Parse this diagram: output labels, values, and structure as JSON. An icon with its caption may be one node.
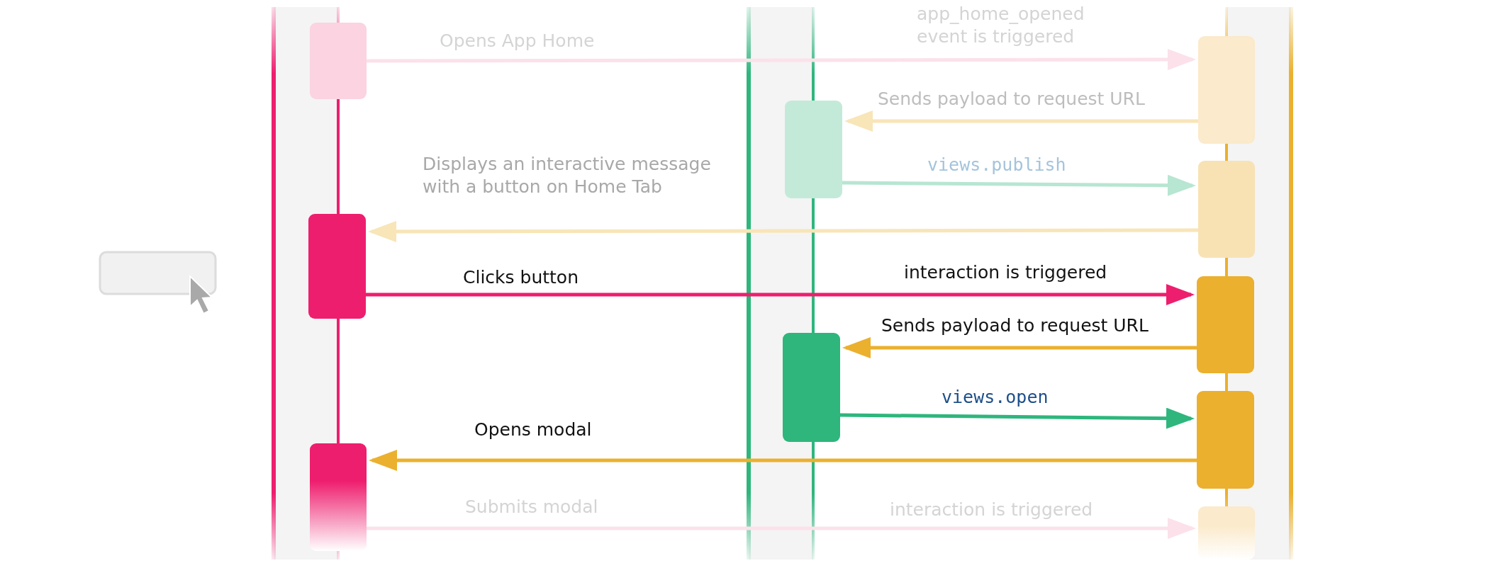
{
  "diagram": {
    "nodes": [
      {
        "text": [],
        "shape": "box"
      },
      {
        "text": [],
        "shape": "box"
      },
      {
        "text": [],
        "shape": "box"
      },
      {
        "text": [],
        "shape": "box"
      },
      {
        "text": [],
        "shape": "box"
      },
      {
        "text": [],
        "shape": "box"
      },
      {
        "text": [],
        "shape": "box"
      },
      {
        "text": [],
        "shape": "box"
      },
      {
        "text": [],
        "shape": "box"
      },
      {
        "text": [],
        "shape": "box"
      }
    ],
    "edges": [
      {
        "from": 0,
        "to": 1,
        "arrow": "to",
        "label": "Opens App Home",
        "color": "#fce1ea"
      },
      {
        "from": 1,
        "to": 2,
        "arrow": "to",
        "label": "Sends payload to request URL",
        "color": "#f8e5b8"
      },
      {
        "from": 2,
        "to": 3,
        "arrow": "to",
        "label": "views.publish",
        "color": "#b7e6d2"
      },
      {
        "from": 3,
        "to": 4,
        "arrow": "to",
        "label": "Displays an interactive message with a button on Home Tab",
        "color": "#f8e5b8"
      },
      {
        "from": 4,
        "to": 5,
        "arrow": "to",
        "label": "Clicks button",
        "color": "#ee1e6e"
      },
      {
        "from": 5,
        "to": 6,
        "arrow": "to",
        "label": "Sends payload to request URL",
        "color": "#ebb02e"
      },
      {
        "from": 6,
        "to": 7,
        "arrow": "to",
        "label": "views.open",
        "color": "#2eb67d"
      },
      {
        "from": 7,
        "to": 8,
        "arrow": "to",
        "label": "Opens modal",
        "color": "#ebb02e"
      },
      {
        "from": 8,
        "to": 9,
        "arrow": "to",
        "label": "Submits modal",
        "color": "#fce1ea"
      }
    ],
    "labels": [
      "app_home_opened event is triggered",
      "interaction is triggered",
      "interaction is triggered"
    ]
  }
}
